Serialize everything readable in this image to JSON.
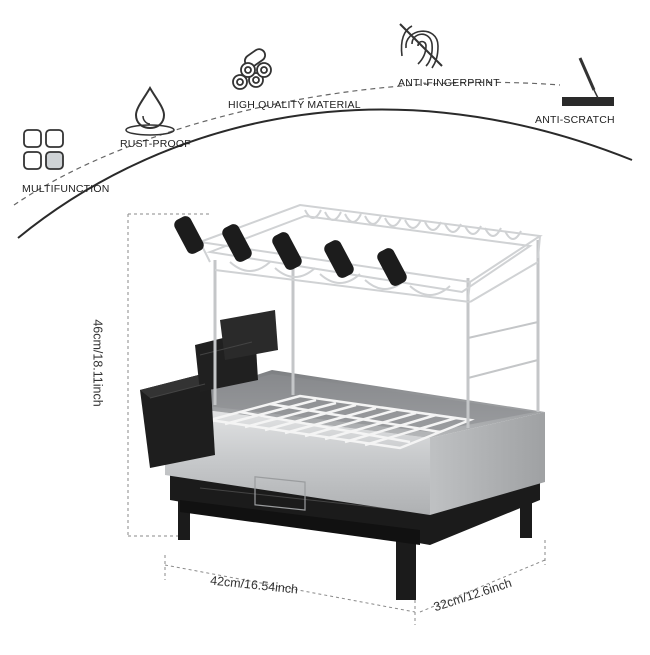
{
  "features": [
    {
      "label": "MULTIFUNCTION",
      "icon": "four-squares-icon"
    },
    {
      "label": "RUST-PROOF",
      "icon": "water-drop-icon"
    },
    {
      "label": "HIGH QUALITY MATERIAL",
      "icon": "material-rolls-icon"
    },
    {
      "label": "ANTI-FINGERPRINT",
      "icon": "no-fingerprint-icon"
    },
    {
      "label": "ANTI-SCRATCH",
      "icon": "knife-scratch-icon"
    }
  ],
  "dimensions": {
    "height": "46cm/18.11inch",
    "width": "42cm/16.54inch",
    "depth": "32cm/12.6inch"
  },
  "colors": {
    "steel": "#c9cbcd",
    "black": "#1b1b1b",
    "line": "#555555"
  }
}
